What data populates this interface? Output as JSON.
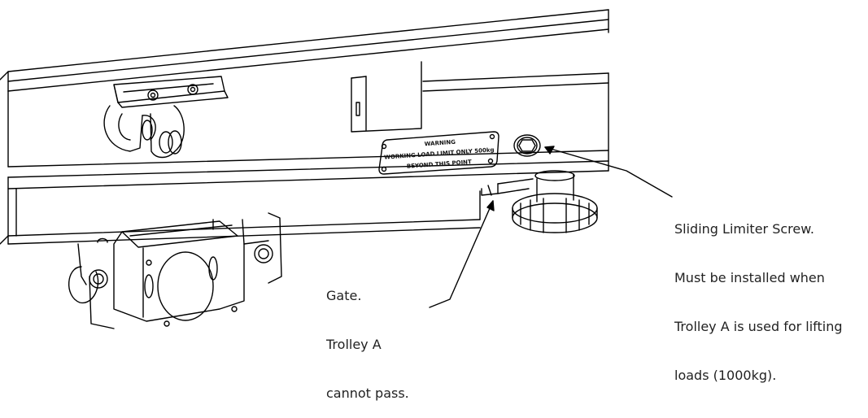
{
  "annotations": {
    "screw": {
      "lines": [
        "Sliding Limiter Screw.",
        "Must be installed when",
        "Trolley A is used for lifting",
        "loads (1000kg)."
      ]
    },
    "gate": {
      "lines": [
        "Gate.",
        "Trolley A",
        "cannot pass."
      ]
    }
  },
  "warning_plate": {
    "line1": "WARNING",
    "line2": "WORKING LOAD LIMIT ONLY 500kg",
    "line3": "BEYOND THIS POINT"
  },
  "colors": {
    "stroke": "#000000",
    "background": "#ffffff",
    "text": "#222222"
  }
}
